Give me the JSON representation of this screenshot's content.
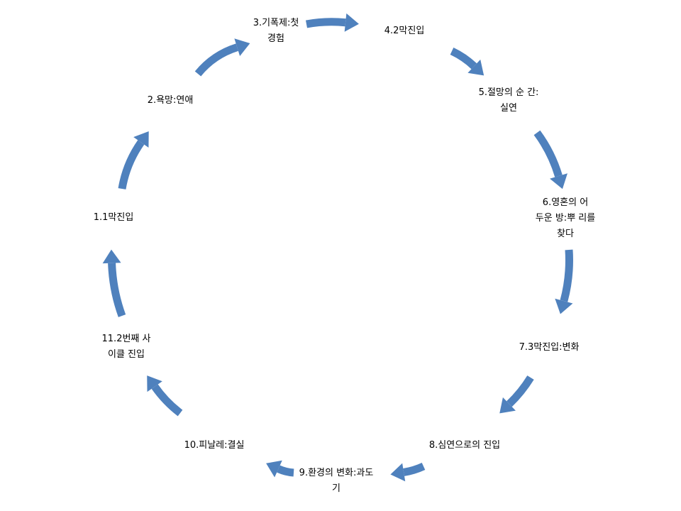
{
  "diagram": {
    "arrow_color": "#4f81bd",
    "steps": [
      {
        "label": "1.1막진입"
      },
      {
        "label": "2.욕망:연애"
      },
      {
        "label": "3.기폭제:첫 경험"
      },
      {
        "label": "4.2막진입"
      },
      {
        "label": "5.절망의 순 간:실연"
      },
      {
        "label": "6.영혼의 어 두운 방:뿌 리를 찾다"
      },
      {
        "label": "7.3막진입:변화"
      },
      {
        "label": "8.심연으로의 진입"
      },
      {
        "label": "9.환경의 변화:과도 기"
      },
      {
        "label": "10.피날레:결실"
      },
      {
        "label": "11.2번째 사 이클 진입"
      }
    ]
  }
}
